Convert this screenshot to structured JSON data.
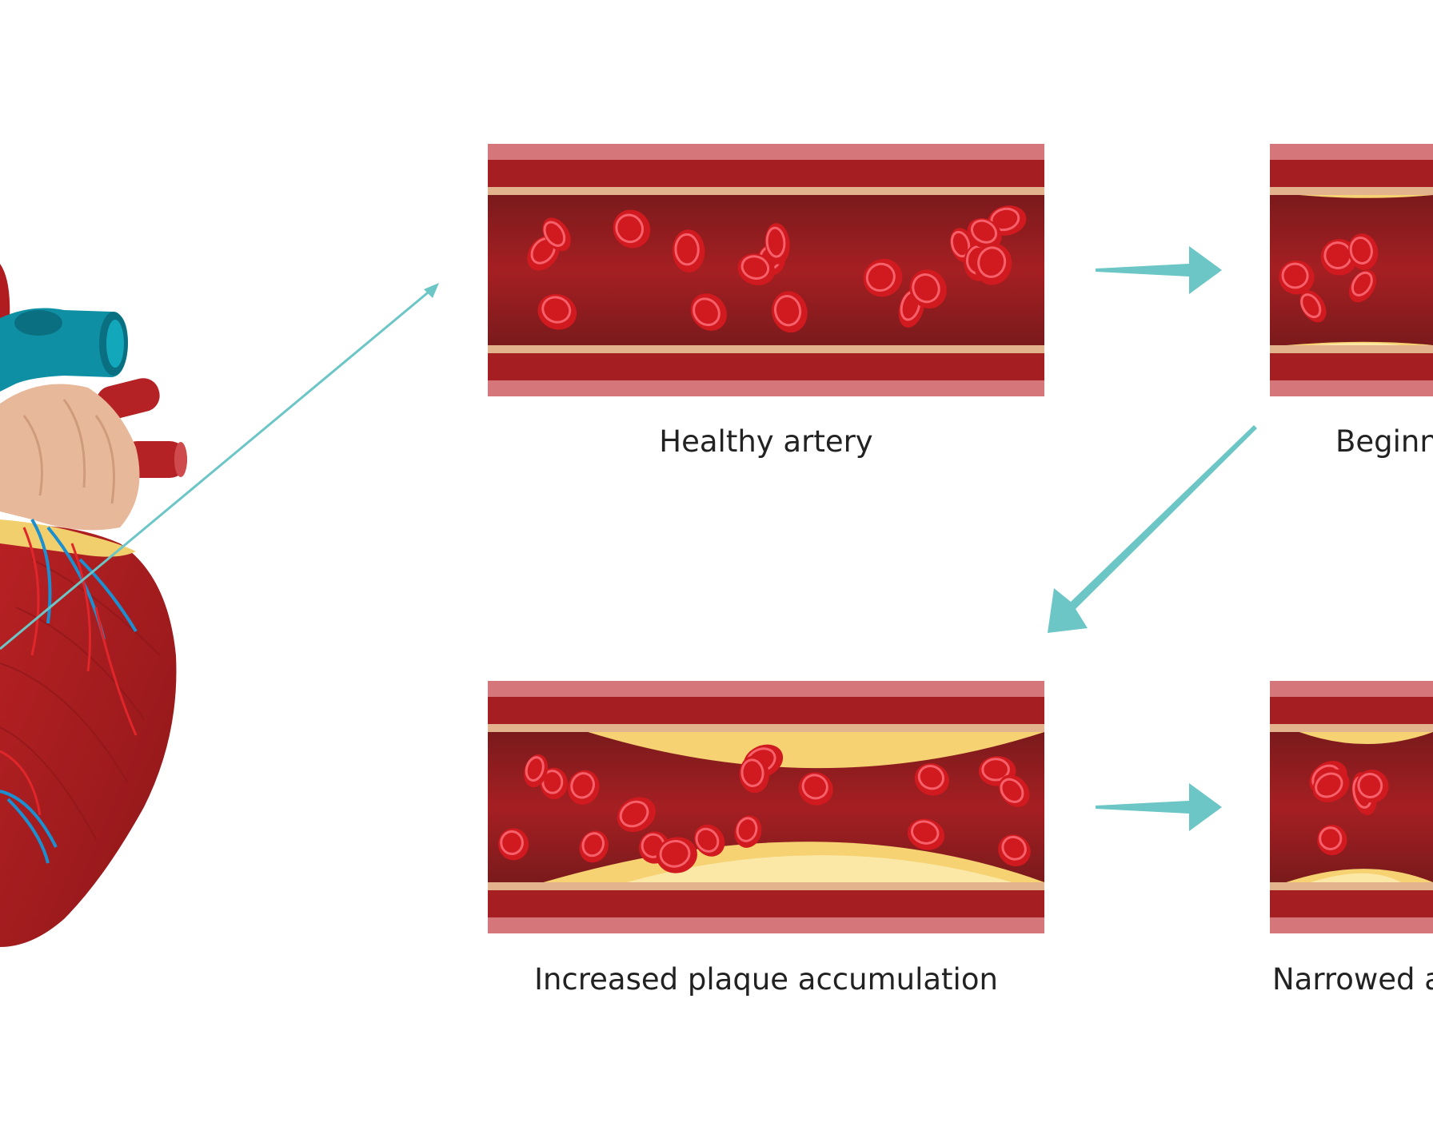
{
  "colors": {
    "background": "#ffffff",
    "arrow": "#6cc6c6",
    "vessel_outer": "#d5767a",
    "vessel_wall": "#a51f22",
    "vessel_lumen": "#8f1b1d",
    "lining": "#e2b38d",
    "blood_cell": "#d11a1f",
    "blood_cell_highlight": "#f6606a",
    "plaque": "#f6d272",
    "plaque_light": "#fbe7a6",
    "heart_muscle": "#b01c1f",
    "heart_fat": "#e8b89a",
    "vein": "#0e9bb0",
    "caption_text": "#222222"
  },
  "panels": [
    {
      "id": "healthy",
      "caption": "Healthy artery",
      "plaque_level": 0
    },
    {
      "id": "beginning",
      "caption": "Beginn",
      "plaque_level": 0.05
    },
    {
      "id": "increased",
      "caption": "Increased plaque accumulation",
      "plaque_level": 0.6
    },
    {
      "id": "narrowed",
      "caption": "Narrowed a",
      "plaque_level": 0.2
    }
  ],
  "icons": {
    "heart": "heart-illustration",
    "pointer": "pointer-arrow-icon",
    "flow_arrow": "flow-arrow-icon"
  }
}
